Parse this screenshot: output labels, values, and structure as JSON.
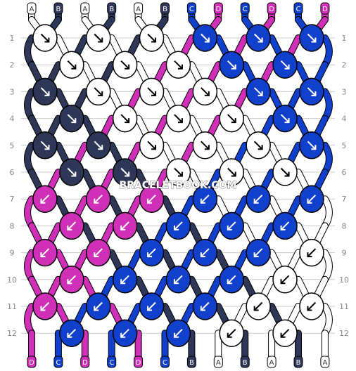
{
  "watermark": "BRACELETBOOK.COM",
  "colors": {
    "A": "#ffffff",
    "B": "#2e3757",
    "C": "#1040cc",
    "D": "#d030b8",
    "outline": "#000000",
    "row_guide": "#cccccc",
    "label_text": "#888888"
  },
  "strings_top": [
    "A",
    "B",
    "A",
    "B",
    "A",
    "B",
    "C",
    "D",
    "C",
    "D",
    "C",
    "D"
  ],
  "strings_bottom": [
    "D",
    "C",
    "D",
    "C",
    "D",
    "C",
    "B",
    "A",
    "B",
    "A",
    "B",
    "A"
  ],
  "rows": [
    {
      "label": "1",
      "knots": [
        {
          "c": "A",
          "d": "r"
        },
        {
          "c": "A",
          "d": "r"
        },
        {
          "c": "A",
          "d": "r"
        },
        {
          "c": "C",
          "d": "r"
        },
        {
          "c": "C",
          "d": "r"
        },
        {
          "c": "C",
          "d": "r"
        }
      ]
    },
    {
      "label": "2",
      "knots": [
        {
          "c": "A",
          "d": "r"
        },
        {
          "c": "A",
          "d": "r"
        },
        {
          "c": "A",
          "d": "r"
        },
        {
          "c": "C",
          "d": "r"
        },
        {
          "c": "C",
          "d": "r"
        }
      ]
    },
    {
      "label": "3",
      "knots": [
        {
          "c": "B",
          "d": "r"
        },
        {
          "c": "A",
          "d": "r"
        },
        {
          "c": "A",
          "d": "r"
        },
        {
          "c": "A",
          "d": "r"
        },
        {
          "c": "C",
          "d": "r"
        },
        {
          "c": "C",
          "d": "r"
        }
      ]
    },
    {
      "label": "4",
      "knots": [
        {
          "c": "B",
          "d": "r"
        },
        {
          "c": "A",
          "d": "r"
        },
        {
          "c": "A",
          "d": "r"
        },
        {
          "c": "A",
          "d": "r"
        },
        {
          "c": "C",
          "d": "r"
        }
      ]
    },
    {
      "label": "5",
      "knots": [
        {
          "c": "B",
          "d": "r"
        },
        {
          "c": "B",
          "d": "r"
        },
        {
          "c": "A",
          "d": "r"
        },
        {
          "c": "A",
          "d": "r"
        },
        {
          "c": "A",
          "d": "r"
        },
        {
          "c": "C",
          "d": "r"
        }
      ]
    },
    {
      "label": "6",
      "knots": [
        {
          "c": "B",
          "d": "r"
        },
        {
          "c": "B",
          "d": "r"
        },
        {
          "c": "A",
          "d": "r"
        },
        {
          "c": "A",
          "d": "r"
        },
        {
          "c": "A",
          "d": "r"
        }
      ]
    },
    {
      "label": "7",
      "knots": [
        {
          "c": "D",
          "d": "l"
        },
        {
          "c": "D",
          "d": "l"
        },
        {
          "c": "D",
          "d": "l"
        },
        {
          "c": "C",
          "d": "l"
        },
        {
          "c": "C",
          "d": "l"
        },
        {
          "c": "C",
          "d": "l"
        }
      ]
    },
    {
      "label": "8",
      "knots": [
        {
          "c": "D",
          "d": "l"
        },
        {
          "c": "D",
          "d": "l"
        },
        {
          "c": "C",
          "d": "l"
        },
        {
          "c": "C",
          "d": "l"
        },
        {
          "c": "C",
          "d": "l"
        }
      ]
    },
    {
      "label": "9",
      "knots": [
        {
          "c": "D",
          "d": "l"
        },
        {
          "c": "D",
          "d": "l"
        },
        {
          "c": "C",
          "d": "l"
        },
        {
          "c": "C",
          "d": "l"
        },
        {
          "c": "C",
          "d": "l"
        },
        {
          "c": "A",
          "d": "l"
        }
      ]
    },
    {
      "label": "10",
      "knots": [
        {
          "c": "D",
          "d": "l"
        },
        {
          "c": "C",
          "d": "l"
        },
        {
          "c": "C",
          "d": "l"
        },
        {
          "c": "C",
          "d": "l"
        },
        {
          "c": "A",
          "d": "l"
        }
      ]
    },
    {
      "label": "11",
      "knots": [
        {
          "c": "D",
          "d": "l"
        },
        {
          "c": "C",
          "d": "l"
        },
        {
          "c": "C",
          "d": "l"
        },
        {
          "c": "C",
          "d": "l"
        },
        {
          "c": "A",
          "d": "l"
        },
        {
          "c": "A",
          "d": "l"
        }
      ]
    },
    {
      "label": "12",
      "knots": [
        {
          "c": "C",
          "d": "l"
        },
        {
          "c": "C",
          "d": "l"
        },
        {
          "c": "C",
          "d": "l"
        },
        {
          "c": "A",
          "d": "l"
        },
        {
          "c": "A",
          "d": "l"
        }
      ]
    }
  ]
}
